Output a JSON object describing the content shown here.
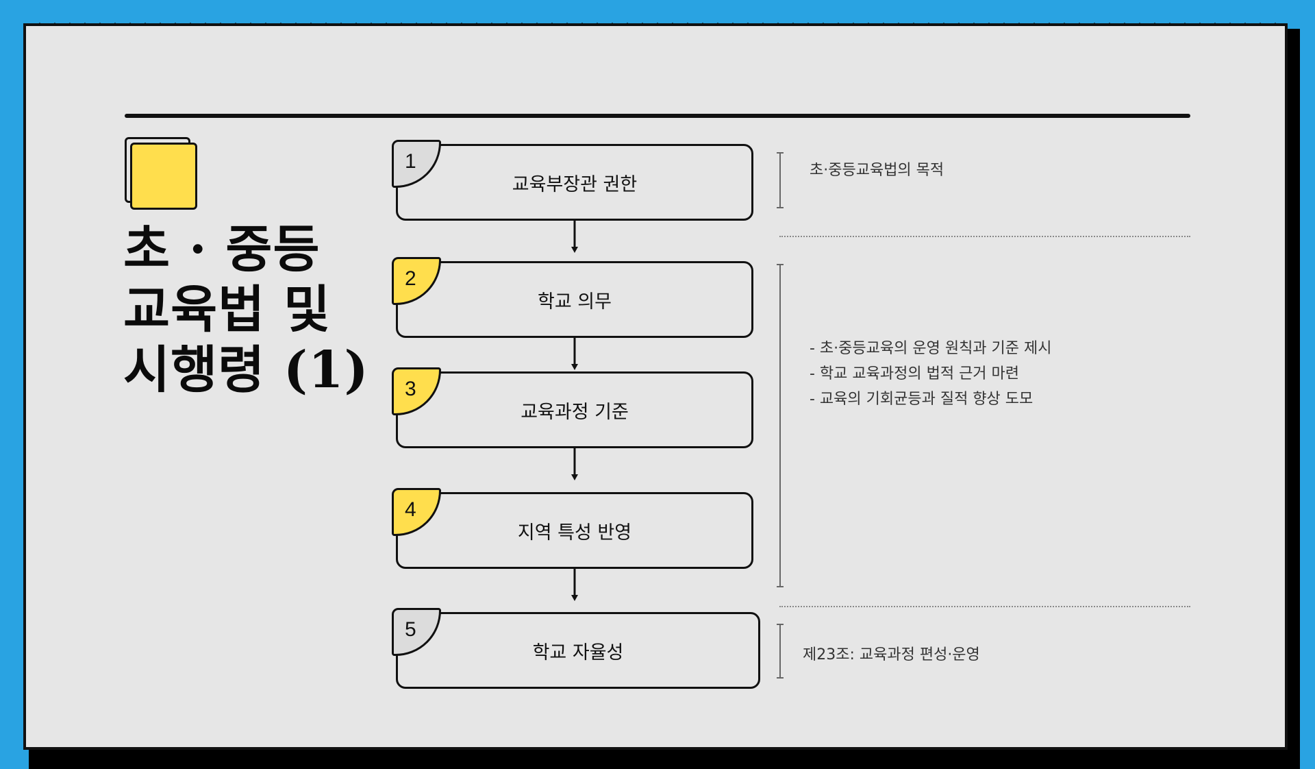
{
  "title": "초 · 중등\n교육법 및\n시행령 (1)",
  "steps": [
    {
      "number": "1",
      "label": "교육부장관 권한",
      "badge_color": "#dcdcdc"
    },
    {
      "number": "2",
      "label": "학교 의무",
      "badge_color": "#ffde4d"
    },
    {
      "number": "3",
      "label": "교육과정 기준",
      "badge_color": "#ffde4d"
    },
    {
      "number": "4",
      "label": "지역 특성 반영",
      "badge_color": "#ffde4d"
    },
    {
      "number": "5",
      "label": "학교 자율성",
      "badge_color": "#dcdcdc"
    }
  ],
  "notes": {
    "purpose": "초·중등교육법의 목적",
    "bullets": [
      "- 초·중등교육의 운영 원칙과 기준 제시",
      "- 학교 교육과정의 법적 근거 마련",
      "- 교육의 기회균등과 질적 향상 도모"
    ],
    "article": "제23조: 교육과정 편성·운영"
  },
  "colors": {
    "background": "#29a3e2",
    "paper": "#e6e6e6",
    "accent_yellow": "#ffde4d",
    "badge_gray": "#dcdcdc"
  }
}
